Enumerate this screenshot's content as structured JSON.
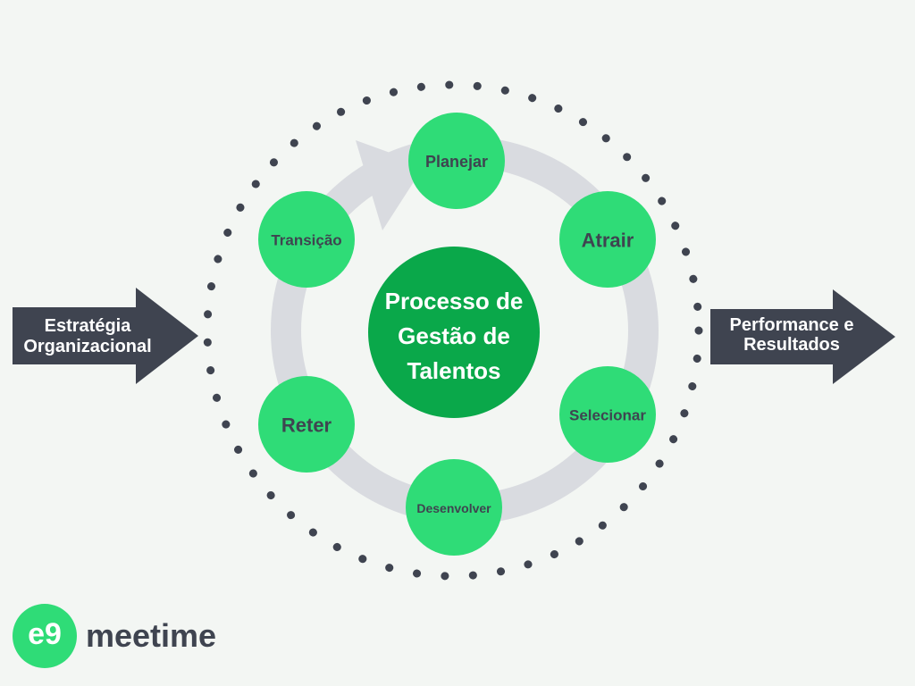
{
  "colors": {
    "background": "#f3f6f3",
    "node_green": "#2fdc77",
    "center_green": "#0aa84a",
    "ring_gray": "#d9dbe0",
    "dark_gray": "#3f4450",
    "dots": "#3f4450"
  },
  "center": {
    "line1": "Processo de",
    "line2": "Gestão de",
    "line3": "Talentos"
  },
  "nodes": {
    "planejar": "Planejar",
    "atrair": "Atrair",
    "selecionar": "Selecionar",
    "desenvolver": "Desenvolver",
    "reter": "Reter",
    "transicao": "Transição"
  },
  "input_arrow": {
    "line1": "Estratégia",
    "line2": "Organizacional"
  },
  "output_arrow": {
    "line1": "Performance e",
    "line2": "Resultados"
  },
  "logo": {
    "mark": "e9",
    "name": "meetime"
  }
}
